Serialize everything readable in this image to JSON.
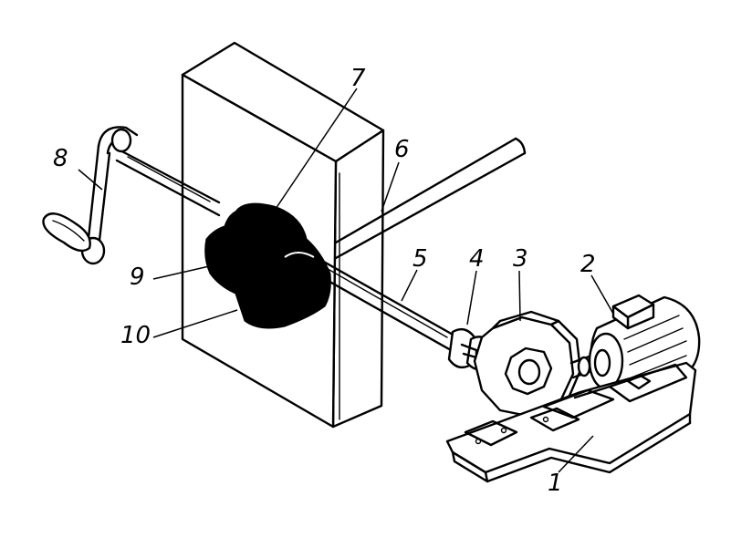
{
  "labels": {
    "n1": "1",
    "n2": "2",
    "n3": "3",
    "n4": "4",
    "n5": "5",
    "n6": "6",
    "n7": "7",
    "n8": "8",
    "n9": "9",
    "n10": "10"
  },
  "colors": {
    "ink": "#000000",
    "paper": "#ffffff"
  }
}
